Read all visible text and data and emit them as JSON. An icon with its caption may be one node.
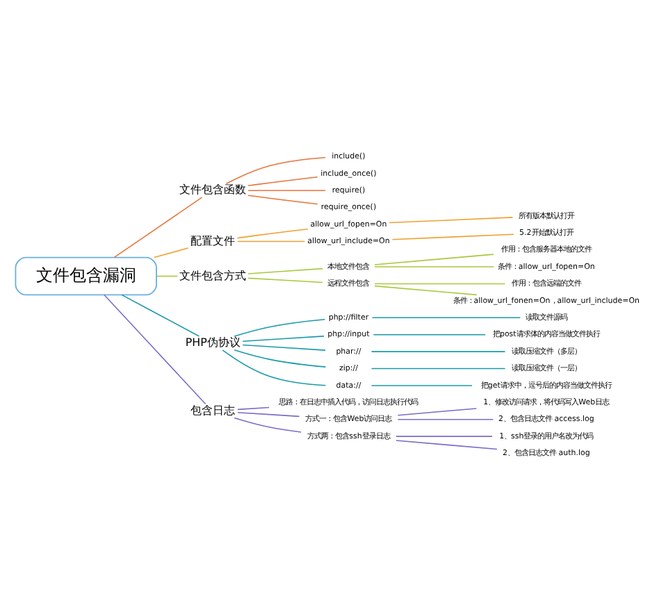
{
  "diagram": {
    "nodes": [
      {
        "text": [
          "文件包含漏洞"
        ]
      },
      {
        "text": [
          "文件包含函数"
        ]
      },
      {
        "text": [
          "include()"
        ]
      },
      {
        "text": [
          "include_once()"
        ]
      },
      {
        "text": [
          "require()"
        ]
      },
      {
        "text": [
          "require_once()"
        ]
      },
      {
        "text": [
          "配置文件"
        ]
      },
      {
        "text": [
          "allow_url_fopen=On"
        ]
      },
      {
        "text": [
          "所有版本默认打开"
        ]
      },
      {
        "text": [
          "allow_url_include=On"
        ]
      },
      {
        "text": [
          "5.2开始默认打开"
        ]
      },
      {
        "text": [
          "文件包含方式"
        ]
      },
      {
        "text": [
          "本地文件包含"
        ]
      },
      {
        "text": [
          "作用：包含服务器本地的文件"
        ]
      },
      {
        "text": [
          "条件：allow_url_fopen=On"
        ]
      },
      {
        "text": [
          "远程文件包含"
        ]
      },
      {
        "text": [
          "作用：包含远端的文件"
        ]
      },
      {
        "text": [
          "条件：allow_url_fonen=On，allow_url_include=On"
        ]
      },
      {
        "text": [
          "PHP伪协议"
        ]
      },
      {
        "text": [
          "php://filter"
        ]
      },
      {
        "text": [
          "读取文件源码"
        ]
      },
      {
        "text": [
          "php://input"
        ]
      },
      {
        "text": [
          "把post请求体的内容当做文件执行"
        ]
      },
      {
        "text": [
          "phar://"
        ]
      },
      {
        "text": [
          "读取压缩文件（多层）"
        ]
      },
      {
        "text": [
          "zip://"
        ]
      },
      {
        "text": [
          "读取压缩文件（一层）"
        ]
      },
      {
        "text": [
          "data://"
        ]
      },
      {
        "text": [
          "把get请求中，逗号后的内容当做文件执行"
        ]
      },
      {
        "text": [
          "包含日志"
        ]
      },
      {
        "text": [
          "思路：在日志中插入代码，访问日志执行代码"
        ]
      },
      {
        "text": [
          "方式一：包含Web访问日志"
        ]
      },
      {
        "text": [
          "1、修改访问请求，将代码写入Web日志"
        ]
      },
      {
        "text": [
          "2、包含日志文件 access.log"
        ]
      },
      {
        "text": [
          "方式两：包含ssh登录日志"
        ]
      },
      {
        "text": [
          "1、ssh登录的用户名改为代码"
        ]
      },
      {
        "text": [
          "2、包含日志文件 auth.log"
        ]
      }
    ],
    "edges": [
      {
        "from": 0,
        "to": 1,
        "arrow": "none",
        "color": "#e8743b"
      },
      {
        "from": 1,
        "to": 2,
        "arrow": "none",
        "color": "#e8743b"
      },
      {
        "from": 1,
        "to": 3,
        "arrow": "none",
        "color": "#e8743b"
      },
      {
        "from": 1,
        "to": 4,
        "arrow": "none",
        "color": "#e8743b"
      },
      {
        "from": 1,
        "to": 5,
        "arrow": "none",
        "color": "#e8743b"
      },
      {
        "from": 0,
        "to": 6,
        "arrow": "none",
        "color": "#f0a030"
      },
      {
        "from": 6,
        "to": 7,
        "arrow": "none",
        "color": "#f0a030"
      },
      {
        "from": 7,
        "to": 8,
        "arrow": "none",
        "color": "#f0a030"
      },
      {
        "from": 6,
        "to": 9,
        "arrow": "none",
        "color": "#f0a030"
      },
      {
        "from": 9,
        "to": 10,
        "arrow": "none",
        "color": "#f0a030"
      },
      {
        "from": 0,
        "to": 11,
        "arrow": "none",
        "color": "#a8c83c"
      },
      {
        "from": 11,
        "to": 12,
        "arrow": "none",
        "color": "#a8c83c"
      },
      {
        "from": 12,
        "to": 13,
        "arrow": "none",
        "color": "#a8c83c"
      },
      {
        "from": 12,
        "to": 14,
        "arrow": "none",
        "color": "#a8c83c"
      },
      {
        "from": 11,
        "to": 15,
        "arrow": "none",
        "color": "#a8c83c"
      },
      {
        "from": 15,
        "to": 16,
        "arrow": "none",
        "color": "#a8c83c"
      },
      {
        "from": 15,
        "to": 17,
        "arrow": "none",
        "color": "#a8c83c"
      },
      {
        "from": 0,
        "to": 18,
        "arrow": "none",
        "color": "#1a9aa8"
      },
      {
        "from": 18,
        "to": 19,
        "arrow": "none",
        "color": "#1a9aa8"
      },
      {
        "from": 19,
        "to": 20,
        "arrow": "none",
        "color": "#1a9aa8"
      },
      {
        "from": 18,
        "to": 21,
        "arrow": "none",
        "color": "#1a9aa8"
      },
      {
        "from": 21,
        "to": 22,
        "arrow": "none",
        "color": "#1a9aa8"
      },
      {
        "from": 18,
        "to": 23,
        "arrow": "none",
        "color": "#1a9aa8"
      },
      {
        "from": 23,
        "to": 24,
        "arrow": "none",
        "color": "#1a9aa8"
      },
      {
        "from": 18,
        "to": 25,
        "arrow": "none",
        "color": "#1a9aa8"
      },
      {
        "from": 25,
        "to": 26,
        "arrow": "none",
        "color": "#1a9aa8"
      },
      {
        "from": 18,
        "to": 27,
        "arrow": "none",
        "color": "#1a9aa8"
      },
      {
        "from": 27,
        "to": 28,
        "arrow": "none",
        "color": "#1a9aa8"
      },
      {
        "from": 0,
        "to": 29,
        "arrow": "none",
        "color": "#7a6cc8"
      },
      {
        "from": 29,
        "to": 30,
        "arrow": "none",
        "color": "#7a6cc8"
      },
      {
        "from": 29,
        "to": 31,
        "arrow": "none",
        "color": "#7a6cc8"
      },
      {
        "from": 31,
        "to": 32,
        "arrow": "none",
        "color": "#7a6cc8"
      },
      {
        "from": 31,
        "to": 33,
        "arrow": "none",
        "color": "#7a6cc8"
      },
      {
        "from": 29,
        "to": 34,
        "arrow": "none",
        "color": "#7a6cc8"
      },
      {
        "from": 34,
        "to": 35,
        "arrow": "none",
        "color": "#7a6cc8"
      },
      {
        "from": 34,
        "to": 36,
        "arrow": "none",
        "color": "#7a6cc8"
      }
    ]
  }
}
